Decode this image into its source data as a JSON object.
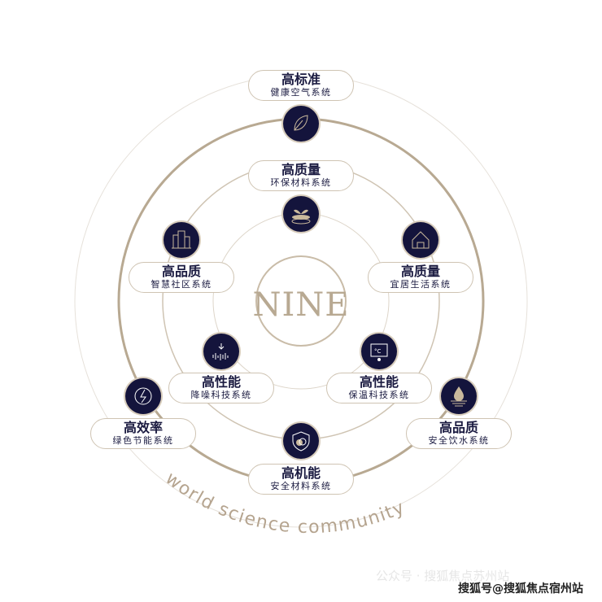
{
  "center_logo": "NINE",
  "curved_caption": "world science community",
  "nodes": [
    {
      "title": "高标准",
      "subtitle": "健康空气系统",
      "icon": "leaf-icon"
    },
    {
      "title": "高质量",
      "subtitle": "环保材料系统",
      "icon": "sprout-layers-icon"
    },
    {
      "title": "高品质",
      "subtitle": "智慧社区系统",
      "icon": "buildings-icon"
    },
    {
      "title": "高质量",
      "subtitle": "宜居生活系统",
      "icon": "house-icon"
    },
    {
      "title": "高性能",
      "subtitle": "降噪科技系统",
      "icon": "soundwave-icon"
    },
    {
      "title": "高性能",
      "subtitle": "保温科技系统",
      "icon": "thermometer-screen-icon"
    },
    {
      "title": "高效率",
      "subtitle": "绿色节能系统",
      "icon": "energy-bolt-icon"
    },
    {
      "title": "高品质",
      "subtitle": "安全饮水系统",
      "icon": "water-drop-icon"
    },
    {
      "title": "高机能",
      "subtitle": "安全材料系统",
      "icon": "shield-icon"
    }
  ],
  "watermark": {
    "faded": "公众号 · 搜狐焦点苏州站",
    "main": "搜狐号@搜狐焦点宿州站"
  },
  "colors": {
    "navy": "#14143c",
    "gold": "#b8a992"
  }
}
